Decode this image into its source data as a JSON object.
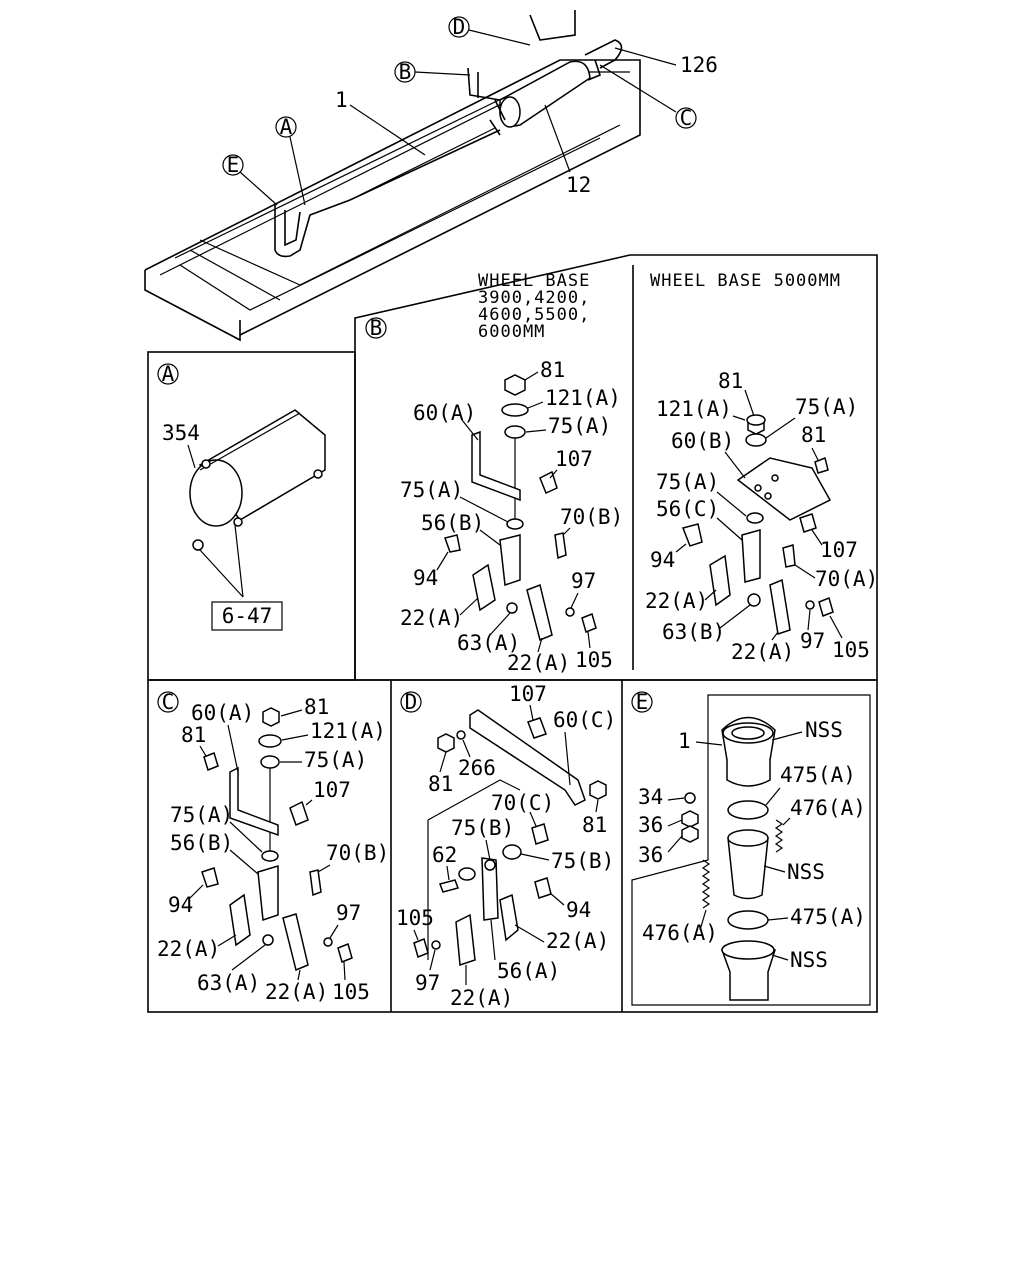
{
  "overview": {
    "callouts": [
      "D",
      "B",
      "A",
      "E",
      "C"
    ],
    "labels": [
      "126",
      "1",
      "12"
    ]
  },
  "panel_a": {
    "letter": "A",
    "labels": [
      "354"
    ],
    "ref_box": "6-47"
  },
  "panel_b": {
    "letter": "B",
    "wheel_base_left": [
      "WHEEL BASE",
      "3900,4200,",
      "4600,5500,",
      "6000MM"
    ],
    "wheel_base_right": "WHEEL BASE 5000MM",
    "left_labels": [
      "81",
      "121(A)",
      "60(A)",
      "75(A)",
      "107",
      "75(A)",
      "56(B)",
      "70(B)",
      "94",
      "97",
      "22(A)",
      "63(A)",
      "22(A)",
      "105"
    ],
    "right_labels": [
      "81",
      "121(A)",
      "75(A)",
      "81",
      "60(B)",
      "75(A)",
      "56(C)",
      "107",
      "94",
      "70(A)",
      "22(A)",
      "63(B)",
      "97",
      "22(A)",
      "105"
    ]
  },
  "panel_c": {
    "letter": "C",
    "labels": [
      "60(A)",
      "81",
      "81",
      "121(A)",
      "75(A)",
      "107",
      "75(A)",
      "56(B)",
      "70(B)",
      "94",
      "97",
      "22(A)",
      "63(A)",
      "22(A)",
      "105"
    ]
  },
  "panel_d": {
    "letter": "D",
    "labels": [
      "107",
      "60(C)",
      "266",
      "81",
      "81",
      "70(C)",
      "75(B)",
      "75(B)",
      "62",
      "94",
      "105",
      "22(A)",
      "56(A)",
      "97",
      "22(A)"
    ]
  },
  "panel_e": {
    "letter": "E",
    "labels": [
      "1",
      "NSS",
      "475(A)",
      "34",
      "476(A)",
      "36",
      "NSS",
      "36",
      "476(A)",
      "475(A)",
      "NSS"
    ]
  }
}
